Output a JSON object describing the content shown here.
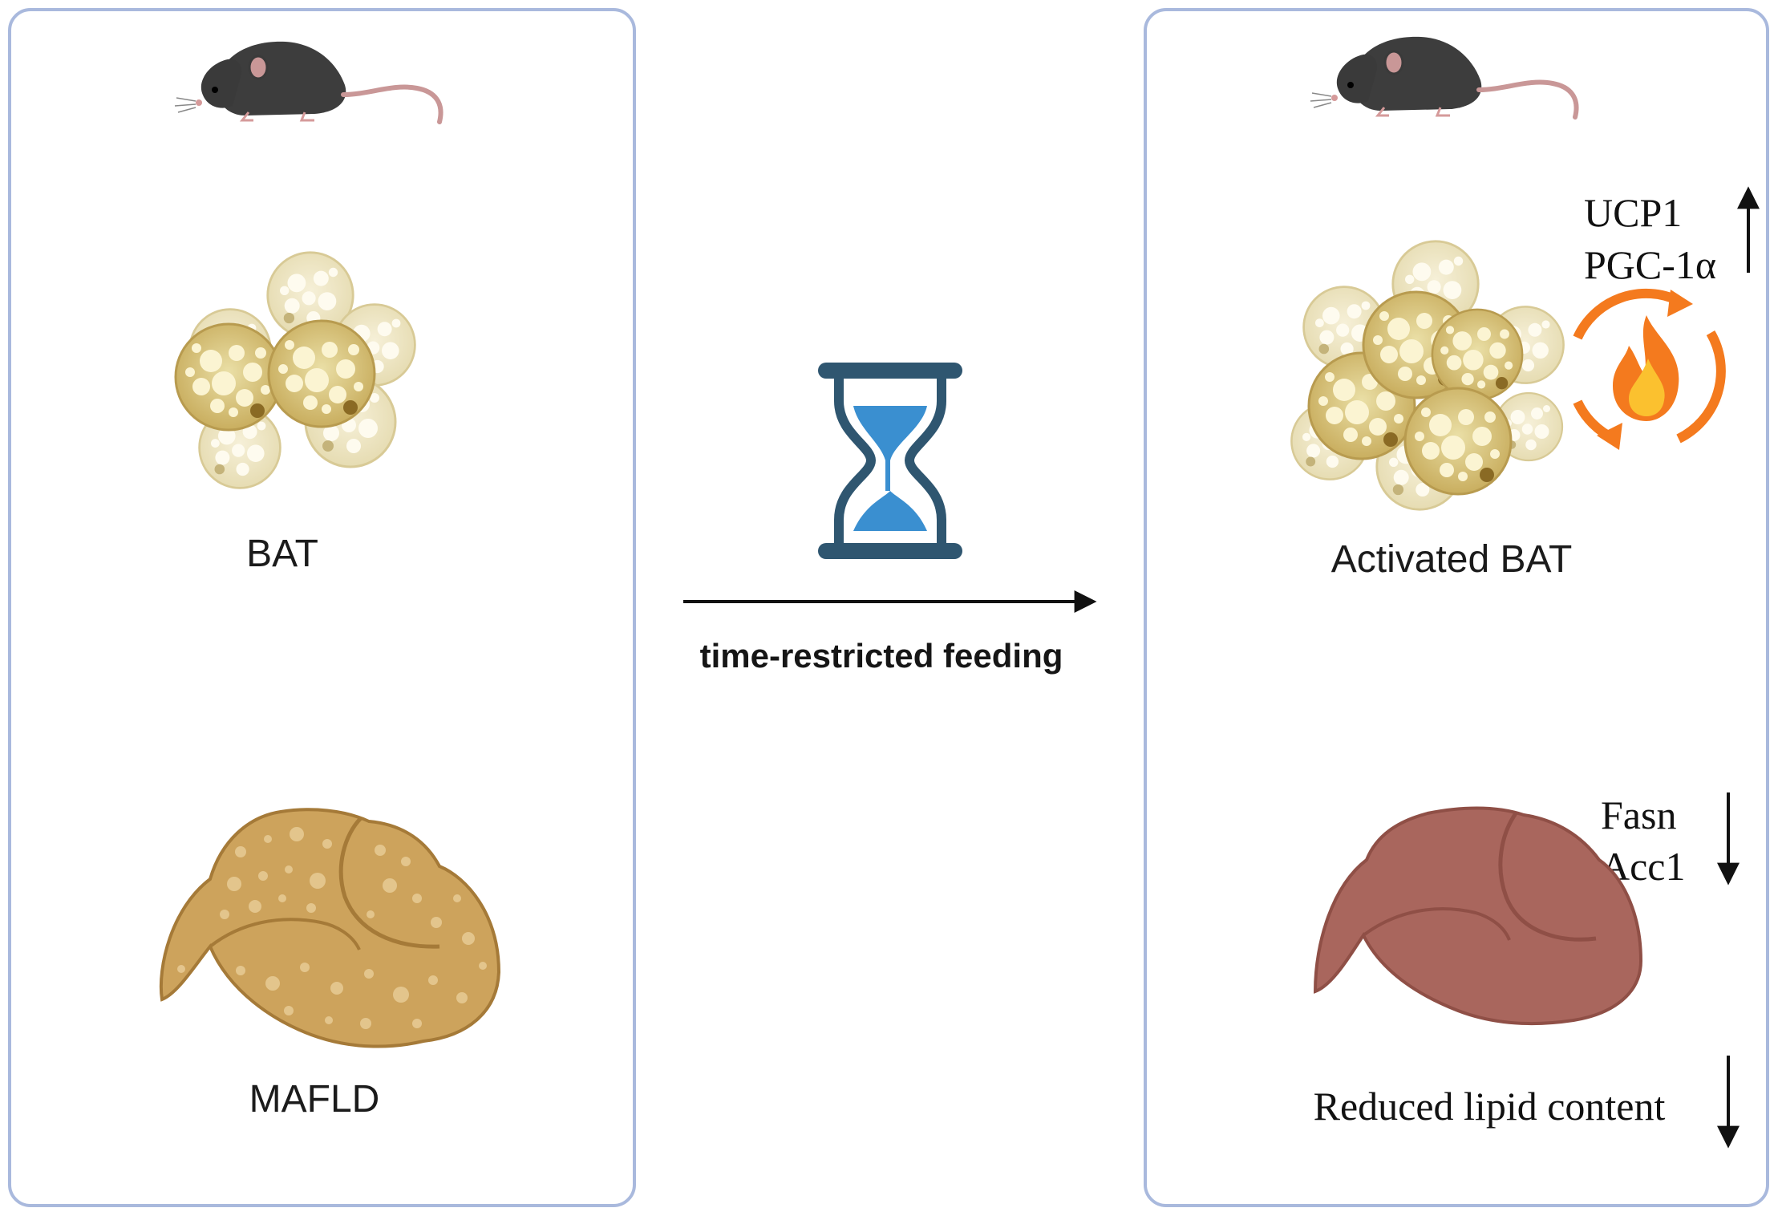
{
  "left_panel": {
    "tissue_label": "BAT",
    "liver_label": "MAFLD"
  },
  "middle": {
    "process_label": "time-restricted feeding",
    "icon": "hourglass-icon"
  },
  "right_panel": {
    "tissue_label": "Activated BAT",
    "upregulated_markers": [
      "UCP1",
      "PGC-1α"
    ],
    "downregulated_markers": [
      "Fasn",
      "Acc1"
    ],
    "outcome_label": "Reduced lipid content",
    "thermogenesis_icon": "flame-cycle-icon"
  },
  "colors": {
    "panel_border": "#a9b9dd",
    "hourglass_frame": "#2f5670",
    "hourglass_sand": "#3a8fd0",
    "flame_ring": "#f47a1e",
    "mafld_liver": "#cda35c",
    "healthy_liver": "#a9665d",
    "bat_cell": "#dcc98a",
    "mouse_body": "#3d3d3d"
  }
}
